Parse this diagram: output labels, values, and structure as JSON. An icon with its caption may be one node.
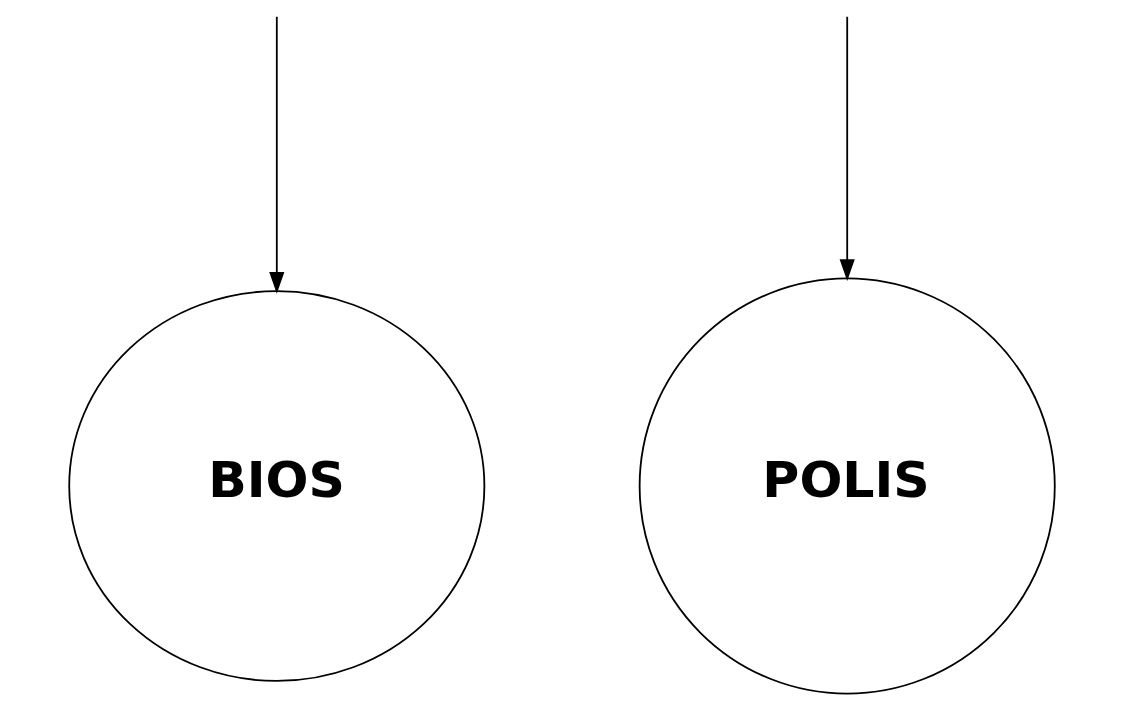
{
  "diagram": {
    "nodes": [
      {
        "text": [
          "BIOS"
        ]
      },
      {
        "text": [
          "POLIS"
        ]
      }
    ],
    "edges": [
      {
        "from": null,
        "to": 0,
        "arrow": "to"
      },
      {
        "from": null,
        "to": 1,
        "arrow": "to"
      }
    ]
  }
}
